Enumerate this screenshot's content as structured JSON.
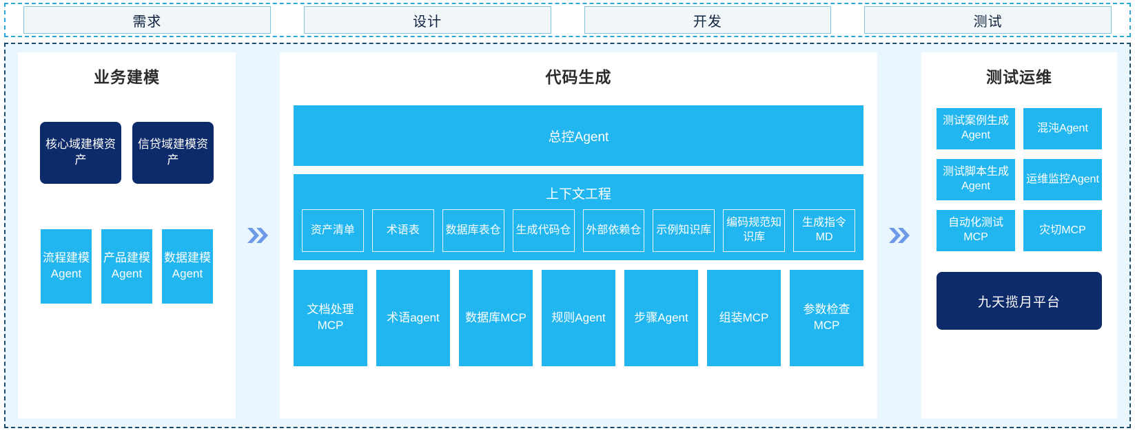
{
  "phases": [
    {
      "label": "需求"
    },
    {
      "label": "设计"
    },
    {
      "label": "开发"
    },
    {
      "label": "测试"
    }
  ],
  "flow": {
    "arrow_left_icon": "double-chevron-right-icon",
    "arrow_right_icon": "double-chevron-right-icon",
    "arrow_color": "#6d9ae8"
  },
  "colors": {
    "accent_cyan": "#22b6f0",
    "accent_navy": "#0d2a6b",
    "frame_bg": "#e9f6fd",
    "panel_bg": "#ffffff",
    "phase_fill": "#f1f6f9",
    "phase_border": "#7fc4da"
  },
  "left_panel": {
    "title": "业务建模",
    "assets": [
      {
        "label": "核心域建模资产"
      },
      {
        "label": "信贷域建模资产"
      }
    ],
    "agents": [
      {
        "label": "流程建模Agent"
      },
      {
        "label": "产品建模Agent"
      },
      {
        "label": "数据建模Agent"
      }
    ]
  },
  "center_panel": {
    "title": "代码生成",
    "master_agent": "总控Agent",
    "context": {
      "title": "上下文工程",
      "items": [
        {
          "label": "资产清单"
        },
        {
          "label": "术语表"
        },
        {
          "label": "数据库表仓"
        },
        {
          "label": "生成代码仓"
        },
        {
          "label": "外部依赖仓"
        },
        {
          "label": "示例知识库"
        },
        {
          "label": "编码规范知识库"
        },
        {
          "label": "生成指令MD"
        }
      ]
    },
    "tools": [
      {
        "label": "文档处理MCP"
      },
      {
        "label": "术语agent"
      },
      {
        "label": "数据库MCP"
      },
      {
        "label": "规则Agent"
      },
      {
        "label": "步骤Agent"
      },
      {
        "label": "组装MCP"
      },
      {
        "label": "参数检查MCP"
      }
    ]
  },
  "right_panel": {
    "title": "测试运维",
    "items": [
      {
        "label": "测试案例生成Agent"
      },
      {
        "label": "混沌Agent"
      },
      {
        "label": "测试脚本生成Agent"
      },
      {
        "label": "运维监控Agent"
      },
      {
        "label": "自动化测试MCP"
      },
      {
        "label": "灾切MCP"
      }
    ],
    "platform": "九天揽月平台"
  }
}
